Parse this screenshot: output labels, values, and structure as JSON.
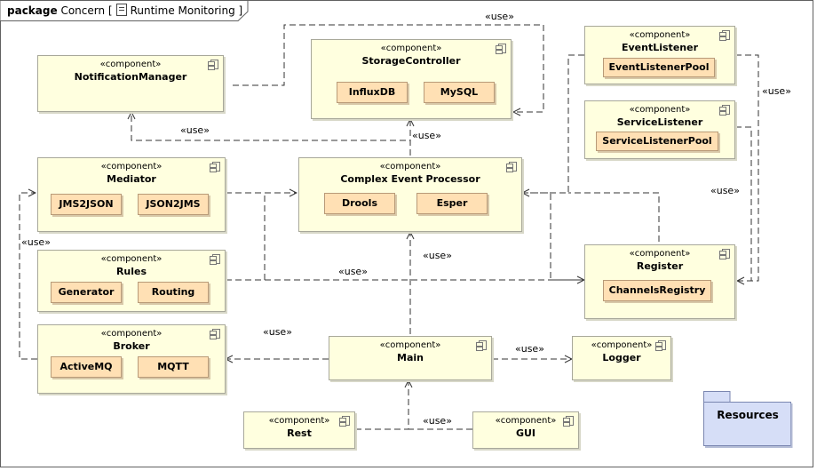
{
  "package": {
    "keyword": "package",
    "name": "Concern",
    "open_bracket": "[",
    "diagram": "Runtime Monitoring",
    "close_bracket": "]"
  },
  "stereotype": "«component»",
  "use_label": "«use»",
  "components": {
    "notification_manager": {
      "name": "NotificationManager"
    },
    "storage_controller": {
      "name": "StorageController",
      "parts": [
        "InfluxDB",
        "MySQL"
      ]
    },
    "event_listener": {
      "name": "EventListener",
      "parts": [
        "EventListenerPool"
      ]
    },
    "service_listener": {
      "name": "ServiceListener",
      "parts": [
        "ServiceListenerPool"
      ]
    },
    "mediator": {
      "name": "Mediator",
      "parts": [
        "JMS2JSON",
        "JSON2JMS"
      ]
    },
    "cep": {
      "name": "Complex Event Processor",
      "parts": [
        "Drools",
        "Esper"
      ]
    },
    "rules": {
      "name": "Rules",
      "parts": [
        "Generator",
        "Routing"
      ]
    },
    "register": {
      "name": "Register",
      "parts": [
        "ChannelsRegistry"
      ]
    },
    "broker": {
      "name": "Broker",
      "parts": [
        "ActiveMQ",
        "MQTT"
      ]
    },
    "main": {
      "name": "Main"
    },
    "logger": {
      "name": "Logger"
    },
    "rest": {
      "name": "Rest"
    },
    "gui": {
      "name": "GUI"
    }
  },
  "resources": {
    "name": "Resources"
  },
  "colors": {
    "component_fill": "#ffffdf",
    "part_fill": "#ffe0b4",
    "package_fill": "#d6def7",
    "edge": "#333333"
  }
}
